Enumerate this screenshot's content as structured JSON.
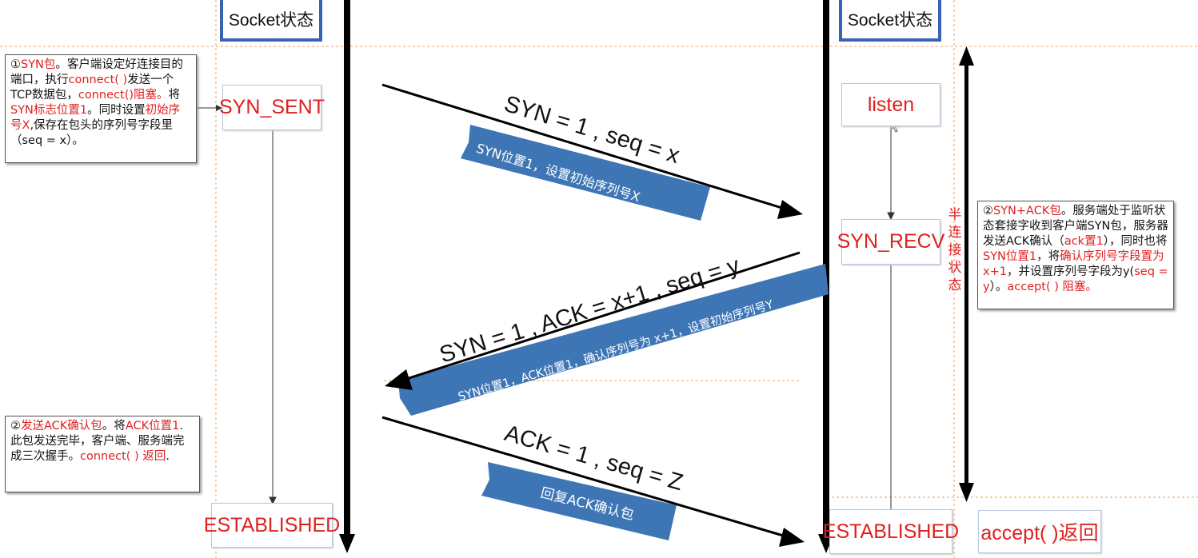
{
  "headers": {
    "left": "Socket状态",
    "right": "Socket状态"
  },
  "client_states": {
    "syn_sent": "SYN_SENT",
    "established": "ESTABLISHED"
  },
  "server_states": {
    "listen": "listen",
    "syn_recv": "SYN_RECV",
    "established": "ESTABLISHED"
  },
  "accept_return": "accept( )返回",
  "half_connection_label": [
    "半",
    "连",
    "接",
    "状",
    "态"
  ],
  "messages": {
    "m1": {
      "formula": "SYN = 1 , seq = x",
      "ribbon": "SYN位置1，设置初始序列号X"
    },
    "m2": {
      "formula": "SYN = 1 , ACK = x+1 , seq = y",
      "ribbon": "SYN位置1，ACK位置1，确认序列号为 x+1，设置初始序列号Y"
    },
    "m3": {
      "formula": "ACK = 1 , seq = Z",
      "ribbon": "回复ACK确认包"
    }
  },
  "notes": {
    "client_syn": [
      {
        "t": "①",
        "c": "black"
      },
      {
        "t": "SYN包",
        "c": "red"
      },
      {
        "t": "。客户端设定好连接目的端口，执行",
        "c": "black"
      },
      {
        "t": "connect( )",
        "c": "red"
      },
      {
        "t": "发送一个TCP数据包，",
        "c": "black"
      },
      {
        "t": "connect()阻塞。",
        "c": "red"
      },
      {
        "t": "将",
        "c": "black"
      },
      {
        "t": "SYN标志位置1",
        "c": "red"
      },
      {
        "t": "。同时设置",
        "c": "black"
      },
      {
        "t": "初始序号X",
        "c": "red"
      },
      {
        "t": ",保存在包头的序列号字段里（seq = x）。",
        "c": "black"
      }
    ],
    "client_ack": [
      {
        "t": "②",
        "c": "black"
      },
      {
        "t": "发送ACK确认包",
        "c": "red"
      },
      {
        "t": "。将",
        "c": "black"
      },
      {
        "t": "ACK位置1",
        "c": "red"
      },
      {
        "t": ".此包发送完毕，客户端、服务端完成三次握手。",
        "c": "black"
      },
      {
        "t": "connect( ) 返回",
        "c": "red"
      },
      {
        "t": ".",
        "c": "black"
      }
    ],
    "server_synack": [
      {
        "t": "②",
        "c": "black"
      },
      {
        "t": "SYN+ACK包",
        "c": "red"
      },
      {
        "t": "。服务端处于监听状态套接字收到客户端SYN包，服务器发送ACK确认（",
        "c": "black"
      },
      {
        "t": "ack置1",
        "c": "red"
      },
      {
        "t": "），同时也将",
        "c": "black"
      },
      {
        "t": "SYN位置1",
        "c": "red"
      },
      {
        "t": "，将",
        "c": "black"
      },
      {
        "t": "确认序列号字段置为x+1",
        "c": "red"
      },
      {
        "t": "，并设置序列号字段为y(",
        "c": "black"
      },
      {
        "t": "seq = y",
        "c": "red"
      },
      {
        "t": "）。",
        "c": "black"
      },
      {
        "t": "accept( ) 阻塞。",
        "c": "red"
      }
    ]
  }
}
